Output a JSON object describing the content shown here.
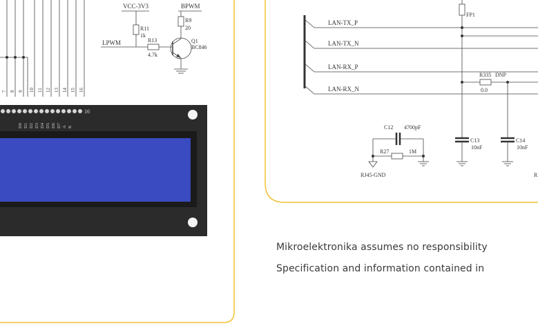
{
  "lcd_schematic": {
    "power_label": "VCC-3V3",
    "bpwm_label": "BPWM",
    "lpwm_label": "LPWM",
    "r11": {
      "ref": "R11",
      "value": "1k"
    },
    "r9": {
      "ref": "R9",
      "value": "20"
    },
    "r13": {
      "ref": "R13",
      "value": "4.7k"
    },
    "q1": {
      "ref": "Q1",
      "value": "BC846"
    },
    "pin_numbers": [
      "7",
      "8",
      "9",
      "10",
      "11",
      "12",
      "13",
      "14",
      "15",
      "16"
    ],
    "pin_names": [
      "D0",
      "D1",
      "D2",
      "D3",
      "D4",
      "D5",
      "D6",
      "D7",
      "A",
      "K"
    ],
    "pin_count_label": "16"
  },
  "lan_schematic": {
    "fp1": "FP1",
    "nets": [
      "LAN-TX_P",
      "LAN-TX_N",
      "LAN-RX_P",
      "LAN-RX_N"
    ],
    "r335": {
      "ref": "R335",
      "dnp": "DNP",
      "value": "0.0"
    },
    "c12": {
      "ref": "C12",
      "value": "4700pF"
    },
    "r27": {
      "ref": "R27",
      "value": "1M"
    },
    "c13": {
      "ref": "C13",
      "value": "10nF"
    },
    "c14": {
      "ref": "C14",
      "value": "10nF"
    },
    "gnd_label": "RJ45-GND",
    "cut_label": "R"
  },
  "footer": {
    "line1": "Mikroelektronika assumes no responsibility",
    "line2": "Specification and information contained in"
  },
  "colors": {
    "accent": "#f2c230",
    "lcd_screen": "#3a4ac0",
    "lcd_board": "#2b2b2b"
  }
}
